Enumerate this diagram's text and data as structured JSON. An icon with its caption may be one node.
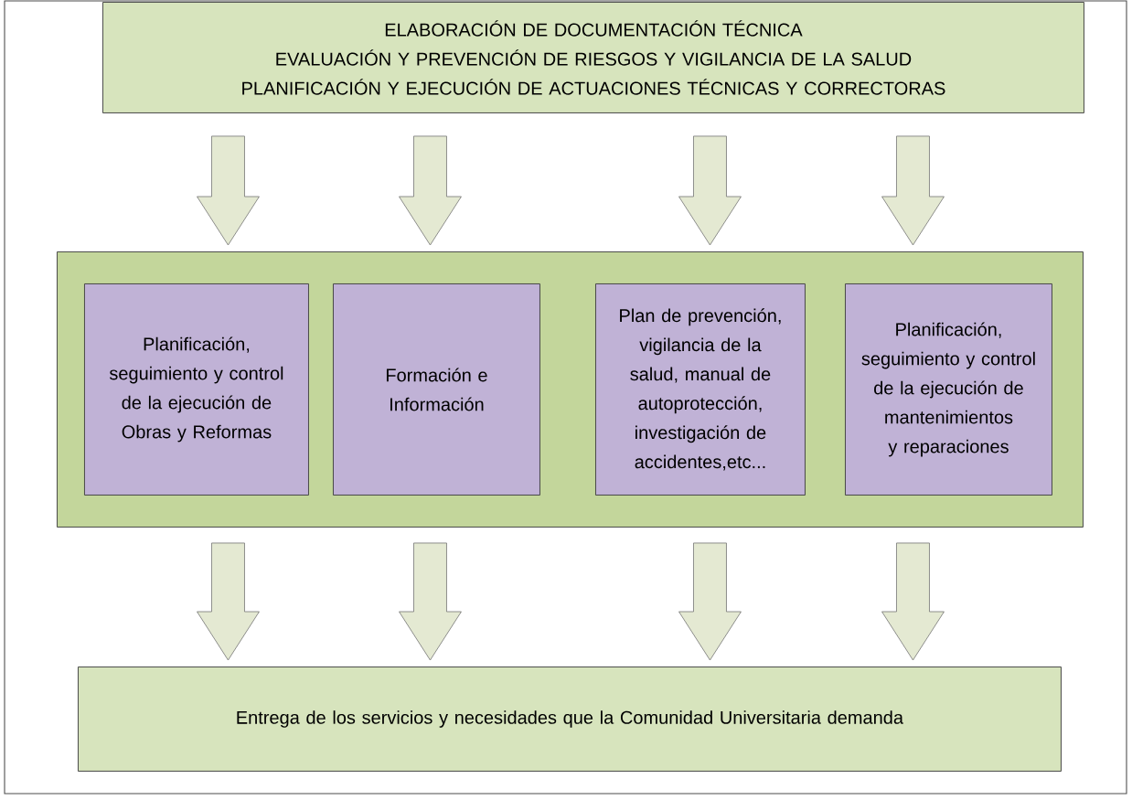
{
  "diagram": {
    "nodes": [
      {
        "text": [
          "ELABORACIÓN DE DOCUMENTACIÓN TÉCNICA",
          "EVALUACIÓN Y PREVENCIÓN DE RIESGOS Y VIGILANCIA DE LA SALUD",
          "PLANIFICACIÓN Y EJECUCIÓN DE ACTUACIONES TÉCNICAS Y CORRECTORAS"
        ]
      },
      {
        "text": [],
        "shape": "box"
      },
      {
        "text": [
          "Planificación, seguimiento y control de la ejecución de Obras y Reformas"
        ],
        "in": 1
      },
      {
        "text": [
          "Formación e Información"
        ],
        "in": 1
      },
      {
        "text": [
          "Plan de prevención, vigilancia de la salud, manual de autoprotección, investigación de accidentes,etc..."
        ],
        "in": 1
      },
      {
        "text": [
          "Planificación, seguimiento y control de la ejecución de mantenimientos y reparaciones"
        ],
        "in": 1
      },
      {
        "text": [
          "Entrega de los servicios y necesidades que la Comunidad Universitaria demanda"
        ]
      }
    ],
    "edges": [
      {
        "from": 0,
        "to": 1,
        "arrow": "to"
      },
      {
        "from": 0,
        "to": 1,
        "arrow": "to"
      },
      {
        "from": 0,
        "to": 1,
        "arrow": "to"
      },
      {
        "from": 0,
        "to": 1,
        "arrow": "to"
      },
      {
        "from": 1,
        "to": 6,
        "arrow": "to"
      },
      {
        "from": 1,
        "to": 6,
        "arrow": "to"
      },
      {
        "from": 1,
        "to": 6,
        "arrow": "to"
      },
      {
        "from": 1,
        "to": 6,
        "arrow": "to"
      }
    ]
  }
}
